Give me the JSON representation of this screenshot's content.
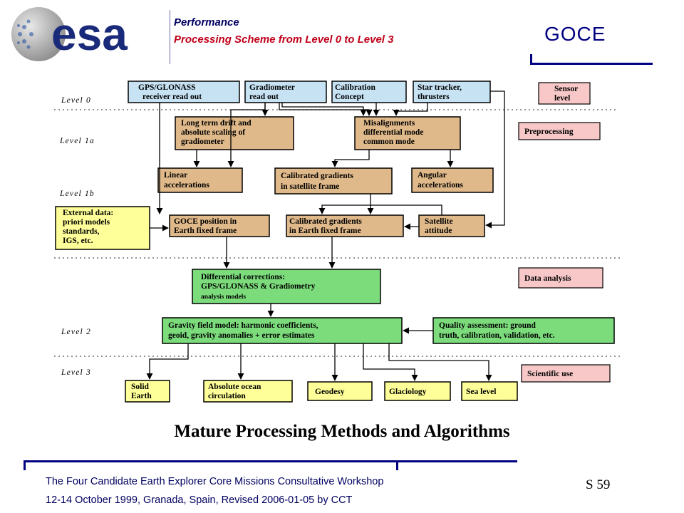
{
  "header": {
    "logo_text": "esa",
    "section": "Performance",
    "title": "Processing Scheme from Level 0 to Level 3",
    "mission": "GOCE"
  },
  "levels": [
    "Level 0",
    "Level 1a",
    "Level 1b",
    "Level 2",
    "Level 3"
  ],
  "boxes": {
    "gps_receiver": [
      "GPS/GLONASS",
      "receiver read out"
    ],
    "gradiometer_readout": [
      "Gradiometer",
      "read out"
    ],
    "calibration_concept": [
      "Calibration",
      "Concept"
    ],
    "star_tracker": [
      "Star tracker,",
      "thrusters"
    ],
    "long_term_drift": [
      "Long term drift and",
      "absolute scaling of",
      "gradiometer"
    ],
    "misalignments": [
      "Misalignments",
      "differential mode",
      "common mode"
    ],
    "linear_acc": [
      "Linear",
      "accelerations"
    ],
    "calibrated_sat": [
      "Calibrated gradients",
      "in satellite frame"
    ],
    "angular_acc": [
      "Angular",
      "accelerations"
    ],
    "external_data": [
      "External data:",
      "priori models",
      "standards,",
      "IGS, etc."
    ],
    "goce_position": [
      "GOCE position in",
      "Earth fixed frame"
    ],
    "calibrated_earth": [
      "Calibrated gradients",
      "in Earth  fixed frame"
    ],
    "satellite_attitude": [
      "Satellite",
      "attitude"
    ],
    "diff_corrections": [
      "Differential corrections:",
      "GPS/GLONASS & Gradiometry",
      "analysis models"
    ],
    "gravity_field": [
      "Gravity field model: harmonic coefficients,",
      "geoid, gravity anomalies + error estimates"
    ],
    "quality_assessment": [
      "Quality assessment: ground",
      "truth, calibration, validation, etc."
    ],
    "solid_earth": [
      "Solid",
      "Earth"
    ],
    "ocean_circulation": [
      "Absolute ocean",
      "circulation"
    ],
    "geodesy": [
      "Geodesy"
    ],
    "glaciology": [
      "Glaciology"
    ],
    "sea_level": [
      "Sea level"
    ]
  },
  "side_labels": {
    "sensor_level": [
      "Sensor",
      "level"
    ],
    "preprocessing": [
      "Preprocessing"
    ],
    "data_analysis": [
      "Data analysis"
    ],
    "scientific_use": [
      "Scientific use"
    ]
  },
  "colors": {
    "blue_box": "#c6e2f3",
    "tan_box": "#e0b98a",
    "green_box": "#7cdc7c",
    "yellow_box": "#ffff99",
    "pink_box": "#f8c8c8",
    "accent": "#000080"
  },
  "caption": "Mature Processing Methods and Algorithms",
  "footer": {
    "line1": "The Four Candidate Earth Explorer Core Missions Consultative Workshop",
    "line2": "12-14 October 1999, Granada, Spain, Revised 2006-01-05 by CCT"
  },
  "slide_number": "S 59"
}
